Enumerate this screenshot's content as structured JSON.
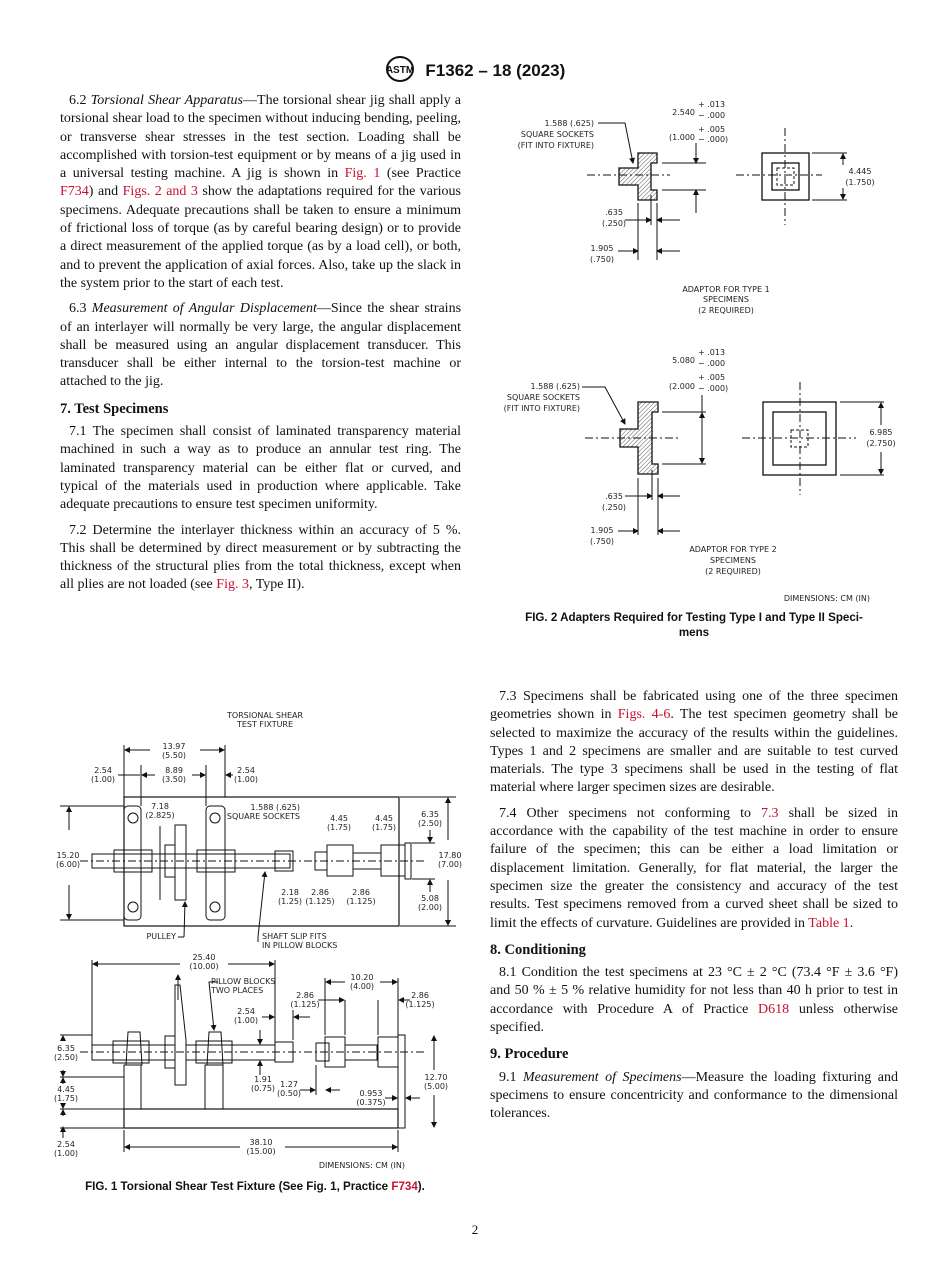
{
  "header": {
    "logo": "ASTM",
    "designation": "F1362 – 18 (2023)"
  },
  "left_column": {
    "p6_2": {
      "num": "6.2 ",
      "title": "Torsional Shear Apparatus",
      "t1": "—The torsional shear jig shall apply a torsional shear load to the specimen without inducing bending, peeling, or transverse shear stresses in the test section. Loading shall be accomplished with torsion-test equipment or by means of a jig used in a universal testing machine. A jig is shown in ",
      "l1": "Fig. 1",
      "t2": " (see Practice ",
      "l2": "F734",
      "t3": ") and ",
      "l3": "Figs. 2 and 3",
      "t4": " show the adaptations required for the various specimens. Adequate precautions shall be taken to ensure a minimum of frictional loss of torque (as by careful bearing design) or to provide a direct measurement of the applied torque (as by a load cell), or both, and to prevent the application of axial forces. Also, take up the slack in the system prior to the start of each test."
    },
    "p6_3": {
      "num": "6.3 ",
      "title": "Measurement of Angular Displacement",
      "t1": "—Since the shear strains of an interlayer will normally be very large, the angular displacement shall be measured using an angular displacement transducer. This transducer shall be either internal to the torsion-test machine or attached to the jig."
    },
    "h7": "7. Test Specimens",
    "p7_1": "7.1 The specimen shall consist of laminated transparency material machined in such a way as to produce an annular test ring. The laminated transparency material can be either flat or curved, and typical of the materials used in production where applicable. Take adequate precautions to ensure test specimen uniformity.",
    "p7_2": {
      "t1": "7.2 Determine the interlayer thickness within an accuracy of 5 %. This shall be determined by direct measurement or by subtracting the thickness of the structural plies from the total thickness, except when all plies are not loaded (see ",
      "l1": "Fig. 3",
      "t2": ", Type II)."
    }
  },
  "right_column": {
    "p7_3": {
      "t1": "7.3 Specimens shall be fabricated using one of the three specimen geometries shown in ",
      "l1": "Figs. 4-6",
      "t2": ". The test specimen geometry shall be selected to maximize the accuracy of the results within the guidelines. Types 1 and 2 specimens are smaller and are suitable to test curved materials. The type 3 specimens shall be used in the testing of flat material where larger specimen sizes are desirable."
    },
    "p7_4": {
      "t1": "7.4 Other specimens not conforming to ",
      "l1": "7.3",
      "t2": " shall be sized in accordance with the capability of the test machine in order to ensure failure of the specimen; this can be either a load limitation or displacement limitation. Generally, for flat material, the larger the specimen size the greater the consistency and accuracy of the test results. Test specimens removed from a curved sheet shall be sized to limit the effects of curvature. Guidelines are provided in ",
      "l2": "Table 1",
      "t3": "."
    },
    "h8": "8. Conditioning",
    "p8_1": {
      "t1": "8.1 Condition the test specimens at 23 °C ± 2 °C (73.4 °F ± 3.6 °F) and 50 % ± 5 % relative humidity for not less than 40 h prior to test in accordance with Procedure A of Practice ",
      "l1": "D618",
      "t2": " unless otherwise specified."
    },
    "h9": "9. Procedure",
    "p9_1": {
      "num": "9.1 ",
      "title": "Measurement of Specimens",
      "t1": "—Measure the loading fixturing and specimens to ensure concentricity and conformance to the dimensional tolerances."
    }
  },
  "fig2": {
    "a1": {
      "dim": "2.540",
      "tol_plus": "+ .013",
      "tol_minus": "− .000",
      "dim_in": "(1.000",
      "tol_plus_in": "+ .005",
      "tol_minus_in": "− .000)",
      "socket1": "1.588 (.625)",
      "socket2": "SQUARE SOCKETS",
      "socket3": "(FIT INTO FIXTURE)",
      "d1a": ".635",
      "d1b": "(.250)",
      "d2a": "1.905",
      "d2b": "(.750)",
      "w1": "4.445",
      "w2": "(1.750)",
      "cap1": "ADAPTOR FOR TYPE 1",
      "cap2": "SPECIMENS",
      "cap3": "(2 REQUIRED)"
    },
    "a2": {
      "dim": "5.080",
      "tol_plus": "+ .013",
      "tol_minus": "− .000",
      "dim_in": "(2.000",
      "tol_plus_in": "+ .005",
      "tol_minus_in": "− .000)",
      "socket1": "1.588 (.625)",
      "socket2": "SQUARE SOCKETS",
      "socket3": "(FIT INTO FIXTURE)",
      "d1a": ".635",
      "d1b": "(.250)",
      "d2a": "1.905",
      "d2b": "(.750)",
      "w1": "6.985",
      "w2": "(2.750)",
      "cap1": "ADAPTOR FOR TYPE 2",
      "cap2": "SPECIMENS",
      "cap3": "(2 REQUIRED)"
    },
    "units": "DIMENSIONS: CM (IN)",
    "caption1": "FIG. 2 Adapters Required for Testing Type I and Type II Speci-",
    "caption2": "mens"
  },
  "fig1": {
    "title1": "TORSIONAL SHEAR",
    "title2": "TEST FIXTURE",
    "top": {
      "d1": [
        "13.97",
        "(5.50)"
      ],
      "d2": [
        "2.54",
        "(1.00)"
      ],
      "d3": [
        "8.89",
        "(3.50)"
      ],
      "d4": [
        "2.54",
        "(1.00)"
      ],
      "d5": [
        "7.18",
        "(2.825)"
      ],
      "sock": [
        "1.588 (.625)",
        "SQUARE SOCKETS"
      ],
      "d6": [
        "4.45",
        "(1.75)"
      ],
      "d7": [
        "4.45",
        "(1.75)"
      ],
      "d8": [
        "6.35",
        "(2.50)"
      ],
      "d9": [
        "15.20",
        "(6.00)"
      ],
      "d10": [
        "17.80",
        "(7.00)"
      ],
      "d11": [
        "2.18",
        "(1.25)"
      ],
      "d12": [
        "2.86",
        "(1.125)"
      ],
      "d13": [
        "2.86",
        "(1.125)"
      ],
      "d14": [
        "5.08",
        "(2.00)"
      ],
      "pulley": "PULLEY",
      "shaft": [
        "SHAFT SLIP FITS",
        "IN PILLOW BLOCKS"
      ]
    },
    "side": {
      "d1": [
        "25.40",
        "(10.00)"
      ],
      "pillow": [
        "PILLOW BLOCKS",
        "TWO PLACES"
      ],
      "d2": [
        "10.20",
        "(4.00)"
      ],
      "d3": [
        "2.86",
        "(1.125)"
      ],
      "d4": [
        "2.86",
        "(1.125)"
      ],
      "d5": [
        "2.54",
        "(1.00)"
      ],
      "d6": [
        "6.35",
        "(2.50)"
      ],
      "d7": [
        "4.45",
        "(1.75)"
      ],
      "d8": [
        "1.91",
        "(0.75)"
      ],
      "d9": [
        "1.27",
        "(0.50)"
      ],
      "d10": [
        "0.953",
        "(0.375)"
      ],
      "d11": [
        "12.70",
        "(5.00)"
      ],
      "d12": [
        "2.54",
        "(1.00)"
      ],
      "d13": [
        "38.10",
        "(15.00)"
      ]
    },
    "units": "DIMENSIONS: CM (IN)",
    "caption": "FIG. 1 Torsional Shear Test Fixture (See Fig. 1, Practice ",
    "caption_link": "F734",
    "caption_end": ")."
  },
  "page_number": "2",
  "colors": {
    "link": "#c8102e",
    "text": "#111111"
  }
}
